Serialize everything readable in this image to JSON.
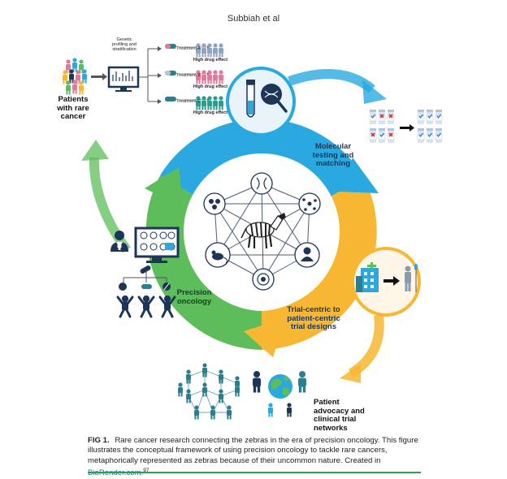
{
  "header": {
    "running_head": "Subbiah et al"
  },
  "diagram": {
    "patients_label": "Patients with rare cancer",
    "profiling_label": "Genetic profiling and stratification",
    "treatments": [
      {
        "name": "Treatment A",
        "effect": "High drug effect"
      },
      {
        "name": "Treatment B",
        "effect": "High drug effect"
      },
      {
        "name": "Treatment C",
        "effect": "High drug effect"
      }
    ],
    "molecular_label": "Molecular testing and matching",
    "precision_label": "Precision oncology",
    "trial_label": "Trial-centric to patient-centric trial designs",
    "advocacy_label": "Patient advocacy and clinical trial networks",
    "colors": {
      "blue": "#29a9e0",
      "green": "#5ebd5b",
      "orange": "#f7b733",
      "navy": "#1d3557",
      "teal": "#2a7f8e"
    }
  },
  "caption": {
    "fig_label": "FIG 1.",
    "text": "Rare cancer research connecting the zebras in the era of precision oncology. This figure illustrates the conceptual framework of using precision oncology to tackle rare cancers, metaphorically represented as zebras because of their uncommon nature. Created in",
    "link_text": "BioRender.com.",
    "reference": "97"
  }
}
